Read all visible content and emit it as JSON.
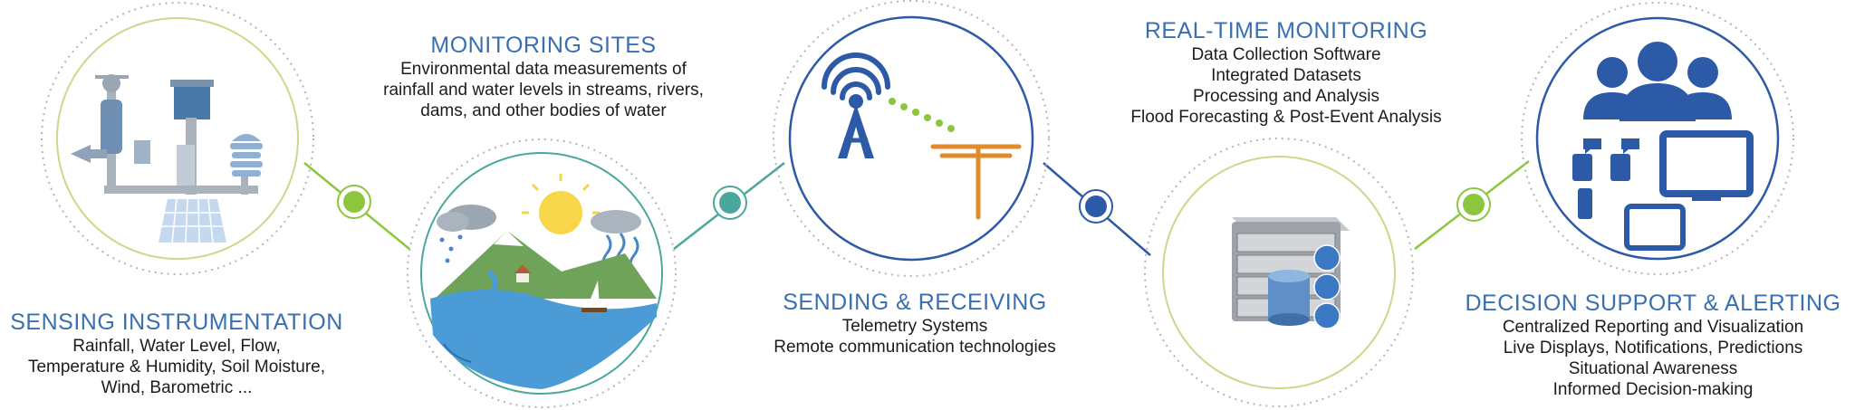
{
  "stages": [
    {
      "title": "SENSING INSTRUMENTATION",
      "lines": [
        "Rainfall, Water Level, Flow,",
        "Temperature & Humidity, Soil Moisture,",
        "Wind, Barometric ..."
      ],
      "icon": "weather-station-icon",
      "ring_color": "#b7cf6a"
    },
    {
      "title": "MONITORING SITES",
      "lines": [
        "Environmental data measurements of",
        "rainfall and water levels in streams, rivers,",
        "dams, and other bodies of water"
      ],
      "icon": "watershed-landscape-icon",
      "ring_color": "#4aa79c"
    },
    {
      "title": "SENDING & RECEIVING",
      "lines": [
        "Telemetry Systems",
        "Remote communication technologies"
      ],
      "icon": "telemetry-tower-icon",
      "ring_color": "#2d5aa6"
    },
    {
      "title": "REAL-TIME MONITORING",
      "lines": [
        "Data Collection Software",
        "Integrated Datasets",
        "Processing and Analysis",
        "Flood Forecasting & Post-Event Analysis"
      ],
      "icon": "server-database-icon",
      "ring_color": "#b7cf6a"
    },
    {
      "title": "DECISION SUPPORT & ALERTING",
      "lines": [
        "Centralized Reporting and Visualization",
        "Live Displays, Notifications, Predictions",
        "Situational Awareness",
        "Informed Decision-making"
      ],
      "icon": "users-devices-icon",
      "ring_color": "#2d5aa6"
    }
  ],
  "connectors": [
    {
      "color": "#8cc63f"
    },
    {
      "color": "#4aa79c"
    },
    {
      "color": "#2d5aa6"
    },
    {
      "color": "#8cc63f"
    }
  ],
  "colors": {
    "title_blue": "#3a6fb0",
    "text_dark": "#1c1c1c",
    "icon_blue": "#2d5aa6",
    "icon_orange": "#e08a2a",
    "icon_green": "#8cc63f",
    "dotted_ring": "#b5b5b5"
  }
}
